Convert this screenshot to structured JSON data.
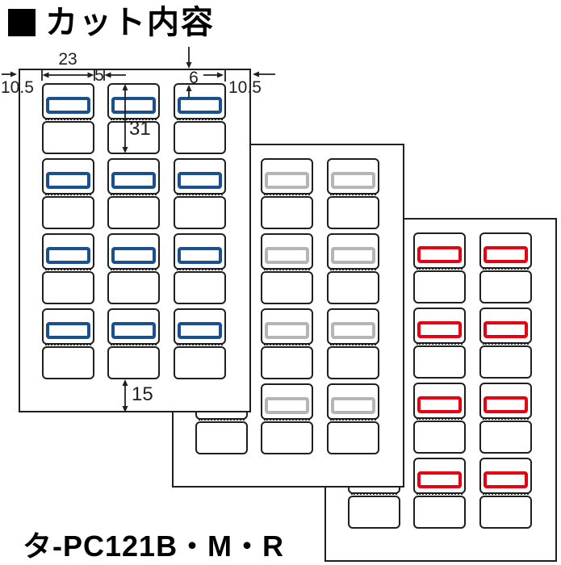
{
  "title": {
    "bullet": "■",
    "text": "カット内容"
  },
  "caption": "タ-PC121B・M・R",
  "dims": {
    "label_width": "23",
    "label_gap": "5",
    "tab_top_offset": "6",
    "margin_left": "10.5",
    "margin_right": "10.5",
    "label_height": "31",
    "bottom_margin": "15"
  },
  "sheets": [
    {
      "name": "red-sheet",
      "frame_color_name": "red",
      "frame_color": "#e60012",
      "frame_columns": [
        1,
        2
      ]
    },
    {
      "name": "gray-sheet",
      "frame_color_name": "gray",
      "frame_color": "#b5b5b5",
      "frame_columns": [
        1,
        2
      ]
    },
    {
      "name": "blue-sheet",
      "frame_color_name": "blue",
      "frame_color": "#1a5090",
      "frame_columns": [
        0,
        1,
        2
      ]
    }
  ],
  "colors": {
    "outline": "#1f1f1f",
    "background": "#ffffff"
  }
}
